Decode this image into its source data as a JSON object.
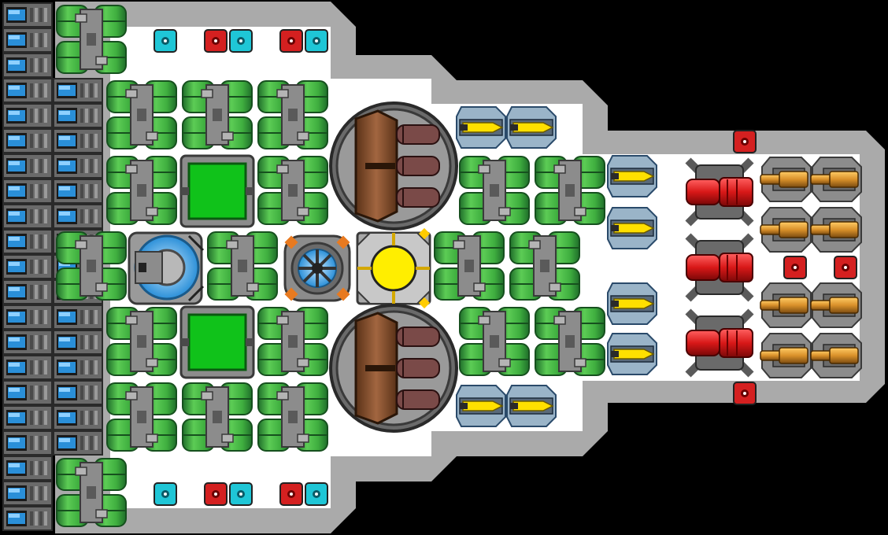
{
  "scene": {
    "type": "ship-blueprint",
    "ship_color_hull": "#aaaaaa",
    "ship_color_deck": "#ffffff",
    "background": "#000000"
  },
  "colors": {
    "tank_green": "#3fae3f",
    "tank_green_dark": "#1f6e2a",
    "metal": "#8c8c8c",
    "metal_dark": "#4a4a4a",
    "battery_blue": "#2a8fd8",
    "light_red": "#d42020",
    "light_cyan": "#1fc6d6",
    "screen_green": "#10c21a",
    "reactor_yellow": "#ffee00",
    "turret_brown": "#8a5432",
    "thruster_red": "#d81818",
    "gun_orange": "#d9902a",
    "missile_yellow": "#ffe000"
  },
  "modules": {
    "batteries": {
      "icon": "battery-icon",
      "count": 42
    },
    "hydrogen_tanks": {
      "icon": "hydrogen-tank-icon"
    },
    "cockpit": {
      "icon": "cockpit-icon"
    },
    "control_screens": {
      "icon": "screen-icon",
      "count": 2
    },
    "gyroscope": {
      "icon": "gyroscope-icon"
    },
    "reactor": {
      "icon": "reactor-icon"
    },
    "gatling_turrets": {
      "icon": "turret-icon",
      "count": 2
    },
    "missile_launchers": {
      "icon": "missile-launcher-icon",
      "count": 8
    },
    "thrusters": {
      "icon": "thruster-icon",
      "count": 3
    },
    "autocannons": {
      "icon": "autocannon-icon",
      "count": 8
    },
    "interior_lights": {
      "icon": "light-icon",
      "count": 16
    }
  }
}
